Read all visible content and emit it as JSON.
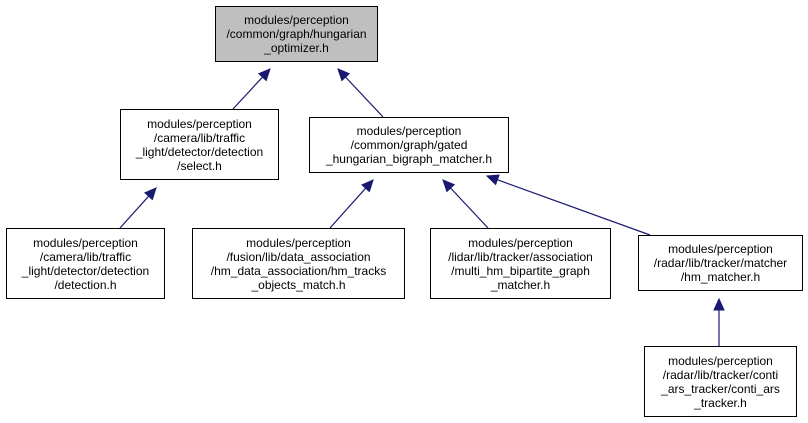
{
  "colors": {
    "edge": "#191970",
    "focus_fill": "#bfbfbf",
    "node_border": "#000000"
  },
  "nodes": [
    {
      "id": "hungarian_optimizer",
      "focus": true,
      "lines": [
        "modules/perception",
        "/common/graph/hungarian",
        "_optimizer.h"
      ]
    },
    {
      "id": "select",
      "lines": [
        "modules/perception",
        "/camera/lib/traffic",
        "_light/detector/detection",
        "/select.h"
      ]
    },
    {
      "id": "gated_hungarian",
      "lines": [
        "modules/perception",
        "/common/graph/gated",
        "_hungarian_bigraph_matcher.h"
      ]
    },
    {
      "id": "detection",
      "lines": [
        "modules/perception",
        "/camera/lib/traffic",
        "_light/detector/detection",
        "/detection.h"
      ]
    },
    {
      "id": "hm_tracks_objects_match",
      "lines": [
        "modules/perception",
        "/fusion/lib/data_association",
        "/hm_data_association/hm_tracks",
        "_objects_match.h"
      ]
    },
    {
      "id": "multi_hm_bipartite",
      "lines": [
        "modules/perception",
        "/lidar/lib/tracker/association",
        "/multi_hm_bipartite_graph",
        "_matcher.h"
      ]
    },
    {
      "id": "hm_matcher",
      "lines": [
        "modules/perception",
        "/radar/lib/tracker/matcher",
        "/hm_matcher.h"
      ]
    },
    {
      "id": "conti_ars_tracker",
      "lines": [
        "modules/perception",
        "/radar/lib/tracker/conti",
        "_ars_tracker/conti_ars",
        "_tracker.h"
      ]
    }
  ],
  "edges": [
    {
      "from": "select",
      "to": "hungarian_optimizer"
    },
    {
      "from": "gated_hungarian",
      "to": "hungarian_optimizer"
    },
    {
      "from": "detection",
      "to": "select"
    },
    {
      "from": "hm_tracks_objects_match",
      "to": "gated_hungarian"
    },
    {
      "from": "multi_hm_bipartite",
      "to": "gated_hungarian"
    },
    {
      "from": "hm_matcher",
      "to": "gated_hungarian"
    },
    {
      "from": "conti_ars_tracker",
      "to": "hm_matcher"
    }
  ]
}
